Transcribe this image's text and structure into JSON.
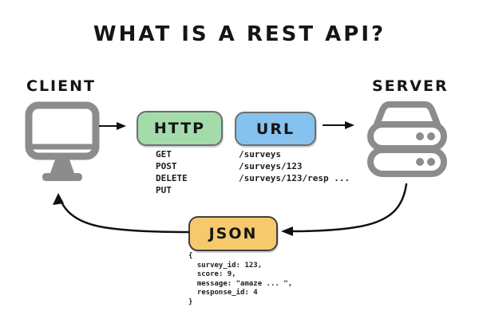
{
  "title": "WHAT IS A REST API?",
  "client": {
    "label": "CLIENT"
  },
  "server": {
    "label": "SERVER"
  },
  "http_box": {
    "label": "HTTP",
    "color": "#a3dbab",
    "methods": [
      "GET",
      "POST",
      "DELETE",
      "PUT"
    ]
  },
  "url_box": {
    "label": "URL",
    "color": "#85c2ee",
    "paths": [
      "/surveys",
      "/surveys/123",
      "/surveys/123/resp ..."
    ]
  },
  "json_box": {
    "label": "JSON",
    "color": "#f7c96d",
    "code_lines": [
      "{",
      "  survey_id: 123,",
      "  score: 9,",
      "  message: \"amaze ... \",",
      "  response_id: 4",
      "}"
    ]
  },
  "colors": {
    "icon_gray": "#8c8c8c",
    "arrow_black": "#111111",
    "text_black": "#151515"
  }
}
